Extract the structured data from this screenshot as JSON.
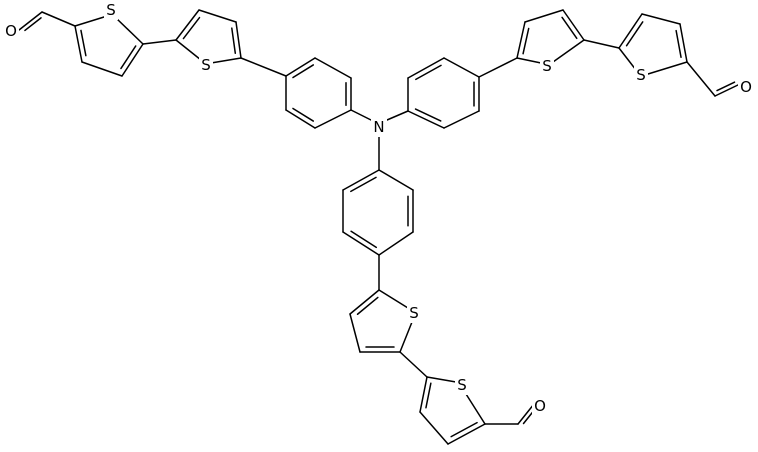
{
  "structure": {
    "atoms": [
      {
        "id": "N1",
        "element": "N",
        "label": "N"
      },
      {
        "id": "S1",
        "element": "S",
        "label": "S"
      },
      {
        "id": "S2",
        "element": "S",
        "label": "S"
      },
      {
        "id": "S3",
        "element": "S",
        "label": "S"
      },
      {
        "id": "S4",
        "element": "S",
        "label": "S"
      },
      {
        "id": "S5",
        "element": "S",
        "label": "S"
      },
      {
        "id": "S6",
        "element": "S",
        "label": "S"
      },
      {
        "id": "O1",
        "element": "O",
        "label": "O"
      },
      {
        "id": "O2",
        "element": "O",
        "label": "O"
      },
      {
        "id": "O3",
        "element": "O",
        "label": "O"
      }
    ]
  }
}
